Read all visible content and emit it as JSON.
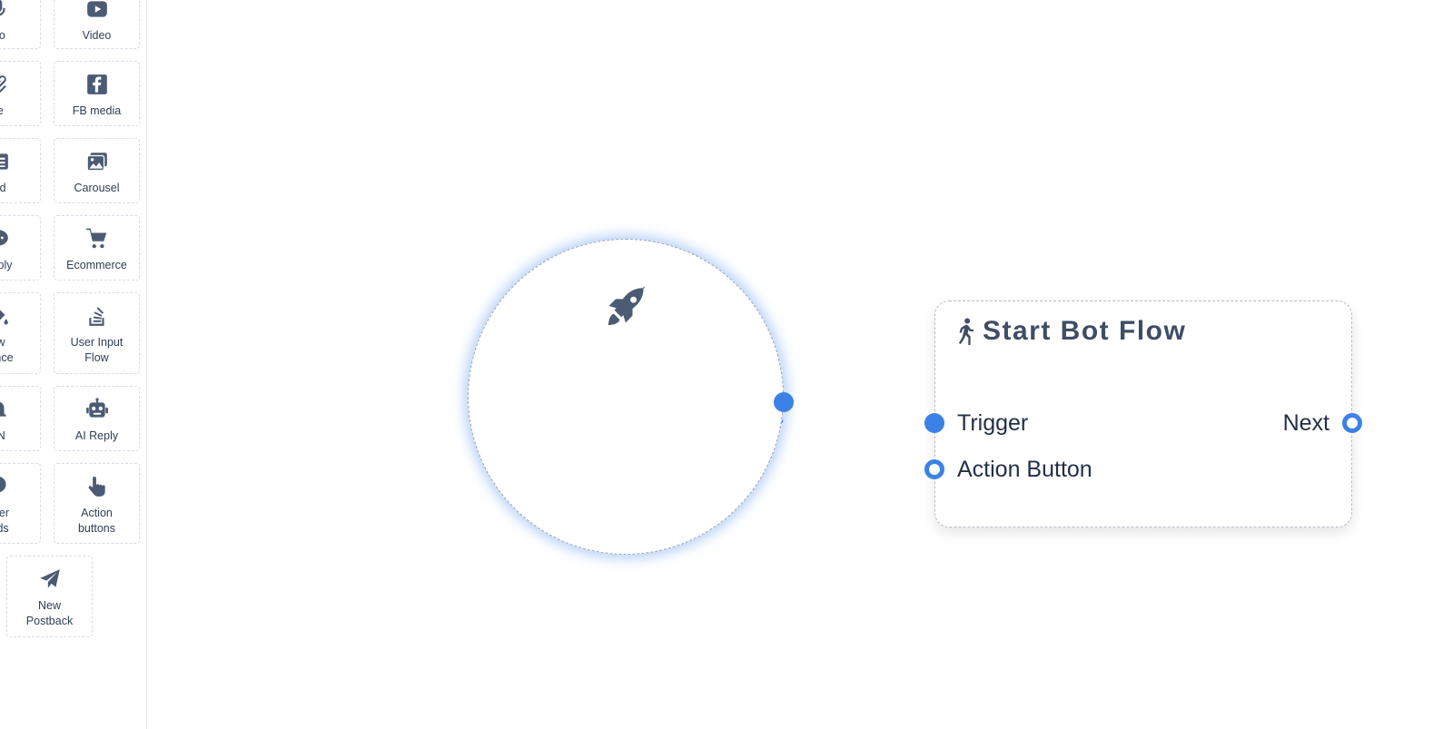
{
  "palette": {
    "items": [
      {
        "label": "dio",
        "icon": "microphone-icon"
      },
      {
        "label": "Video",
        "icon": "youtube-icon"
      },
      {
        "label": "ile",
        "icon": "paperclip-icon"
      },
      {
        "label": "FB media",
        "icon": "facebook-icon"
      },
      {
        "label": "ard",
        "icon": "card-icon"
      },
      {
        "label": "Carousel",
        "icon": "images-icon"
      },
      {
        "label": "Reply",
        "icon": "chat-bubble-icon"
      },
      {
        "label": "Ecommerce",
        "icon": "shopping-cart-icon"
      },
      {
        "label": "ew\nuence",
        "icon": "paint-bucket-icon"
      },
      {
        "label": "User Input\nFlow",
        "icon": "stack-overflow-icon"
      },
      {
        "label": "TN",
        "icon": "bell-icon"
      },
      {
        "label": "AI Reply",
        "icon": "robot-icon"
      },
      {
        "label": "gger\nords",
        "icon": "keyword-icon"
      },
      {
        "label": "Action\nbuttons",
        "icon": "pointer-hand-icon"
      },
      {
        "label": "New\nPostback",
        "icon": "paper-plane-icon"
      }
    ]
  },
  "canvas": {
    "start_node": {
      "icon": "rocket-icon"
    },
    "bot_node": {
      "icon": "walking-person-icon",
      "title": "Start Bot Flow",
      "inputs": [
        "Trigger",
        "Action Button"
      ],
      "outputs": [
        "Next"
      ]
    },
    "colors": {
      "accent": "#3b82e6",
      "text": "#3f4d66",
      "glow": "#5a96f5"
    }
  }
}
